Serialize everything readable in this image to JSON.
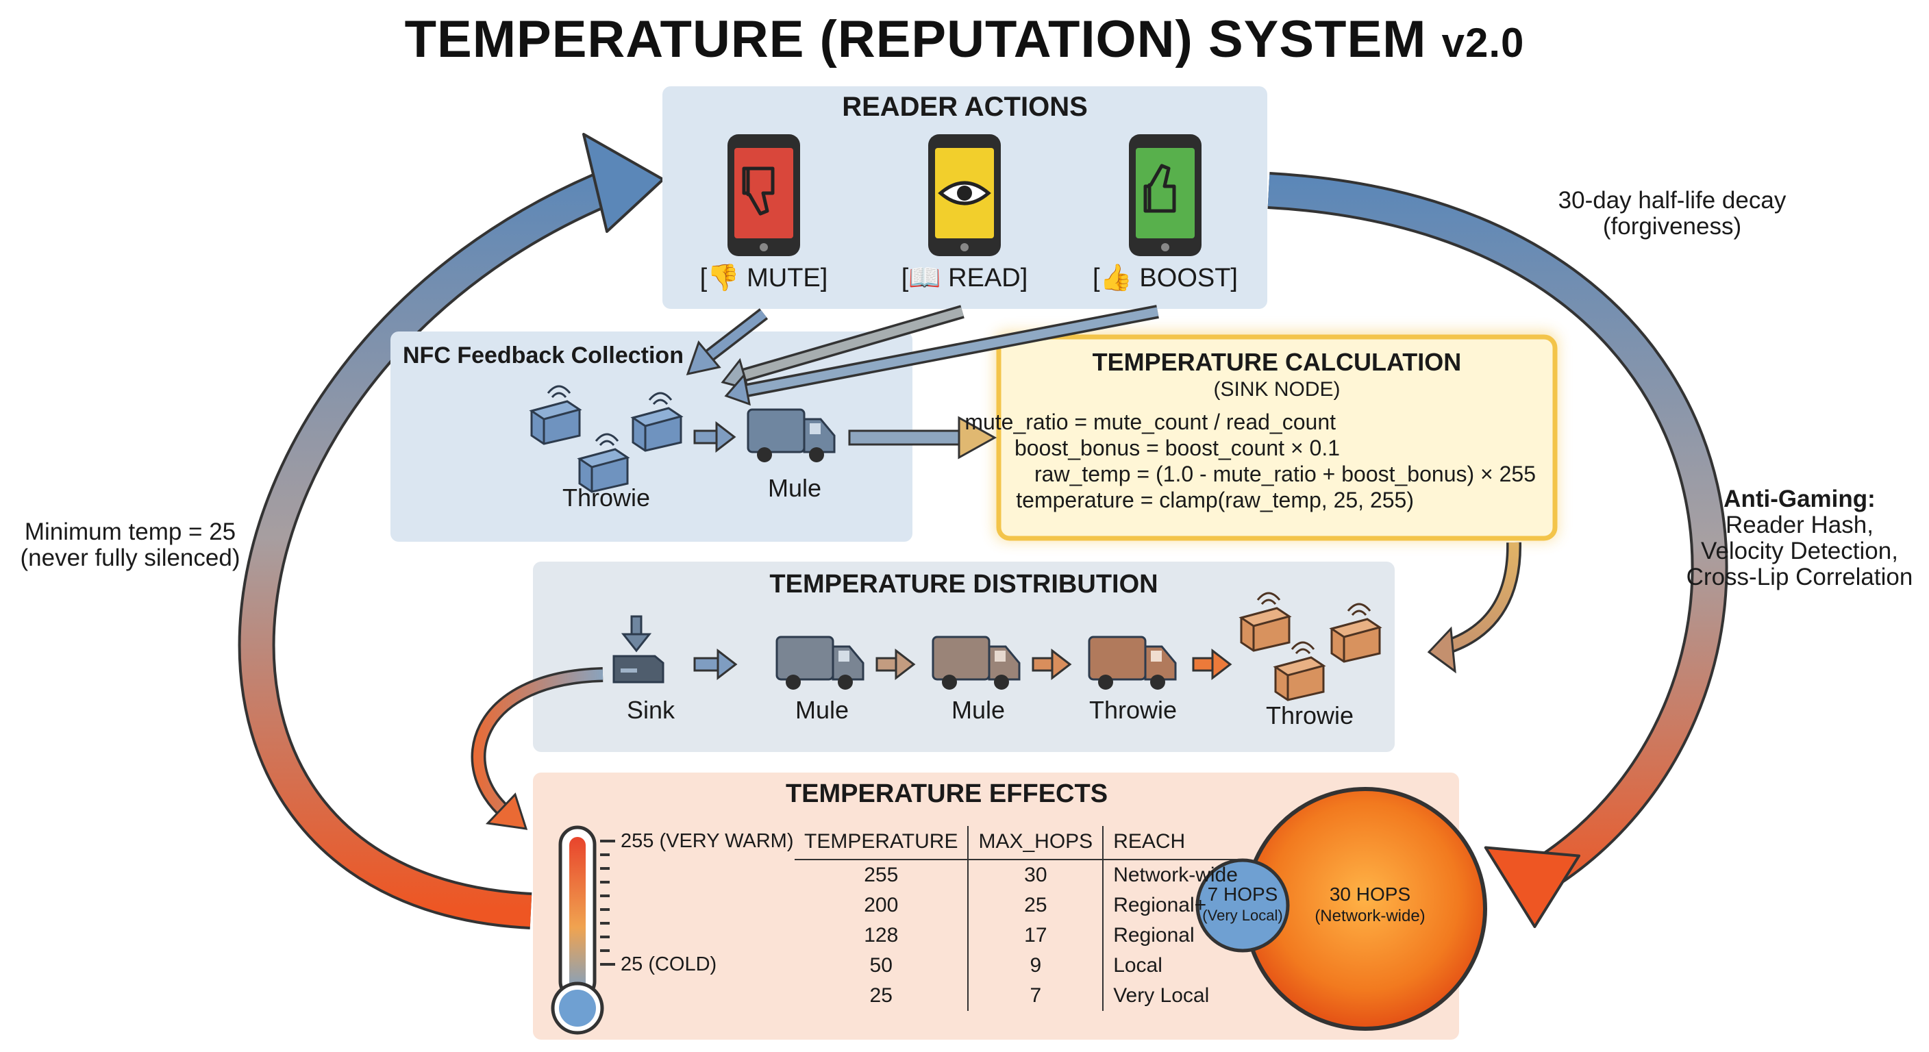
{
  "title": {
    "main": "TEMPERATURE (REPUTATION) SYSTEM",
    "version": "v2.0"
  },
  "reader_actions": {
    "heading": "READER ACTIONS",
    "buttons": [
      {
        "label": "[👎 MUTE]",
        "icon": "thumbs-down-icon",
        "color": "#d9473b"
      },
      {
        "label": "[📖 READ]",
        "icon": "eye-icon",
        "color": "#f2cf2c"
      },
      {
        "label": "[👍 BOOST]",
        "icon": "thumbs-up-icon",
        "color": "#58b04c"
      }
    ]
  },
  "nfc": {
    "heading": "NFC Feedback Collection",
    "throwie_label": "Throwie",
    "mule_label": "Mule"
  },
  "calculation": {
    "heading": "TEMPERATURE CALCULATION",
    "subheading": "(SINK NODE)",
    "lines": [
      "mute_ratio = mute_count / read_count",
      "boost_bonus = boost_count × 0.1",
      "raw_temp = (1.0 - mute_ratio + boost_bonus) × 255",
      "temperature = clamp(raw_temp, 25, 255)"
    ]
  },
  "distribution": {
    "heading": "TEMPERATURE DISTRIBUTION",
    "nodes": [
      "Sink",
      "Mule",
      "Mule",
      "Throwie",
      "Throwie"
    ]
  },
  "effects": {
    "heading": "TEMPERATURE EFFECTS",
    "thermo_top": "255 (VERY WARM)",
    "thermo_bottom": "25 (COLD)",
    "columns": [
      "TEMPERATURE",
      "MAX_HOPS",
      "REACH"
    ],
    "rows": [
      [
        "255",
        "30",
        "Network-wide"
      ],
      [
        "200",
        "25",
        "Regional+"
      ],
      [
        "128",
        "17",
        "Regional"
      ],
      [
        "50",
        "9",
        "Local"
      ],
      [
        "25",
        "7",
        "Very Local"
      ]
    ],
    "inner_circle": {
      "hops": "7 HOPS",
      "reach": "(Very Local)"
    },
    "outer_circle": {
      "hops": "30 HOPS",
      "reach": "(Network-wide)"
    }
  },
  "side_notes": {
    "decay": [
      "30-day half-life decay",
      "(forgiveness)"
    ],
    "minimum": [
      "Minimum temp = 25",
      "(never fully silenced)"
    ],
    "anti_gaming": {
      "heading": "Anti-Gaming:",
      "items": [
        "Reader Hash,",
        "Velocity Detection,",
        "Cross-Lip Correlation"
      ]
    }
  },
  "colors": {
    "cool": "#5b87b8",
    "warm": "#ef5a1e",
    "panel_blue": "#dbe6f1",
    "panel_gray": "#e2e8ee",
    "calc_fill": "#fff6d6",
    "calc_border": "#f3c44a",
    "effects_fill": "#fbe3d6"
  }
}
